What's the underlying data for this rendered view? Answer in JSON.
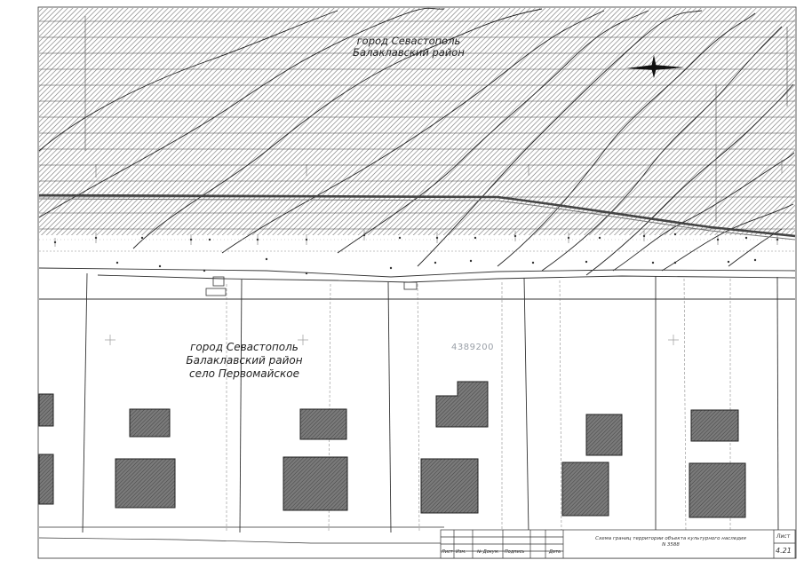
{
  "map": {
    "north_region_label": [
      "город Севастополь",
      "Балаклавский район"
    ],
    "south_region_label": [
      "город Севастополь",
      "Балаклавский район",
      "село Первомайское"
    ],
    "coordinate_label": "4389200"
  },
  "title_block": {
    "title_lines": [
      "Схема границ территории объекта культурного наследия",
      "N 3588"
    ],
    "columns": [
      "Лист",
      "Изм.",
      "№ Докум.",
      "Подпись",
      "Дата"
    ],
    "sheet_label": "Лист",
    "sheet_number": "4.21"
  },
  "colors": {
    "hatch": "#555555",
    "building_fill": "#6e6e6e",
    "line": "#333333"
  }
}
